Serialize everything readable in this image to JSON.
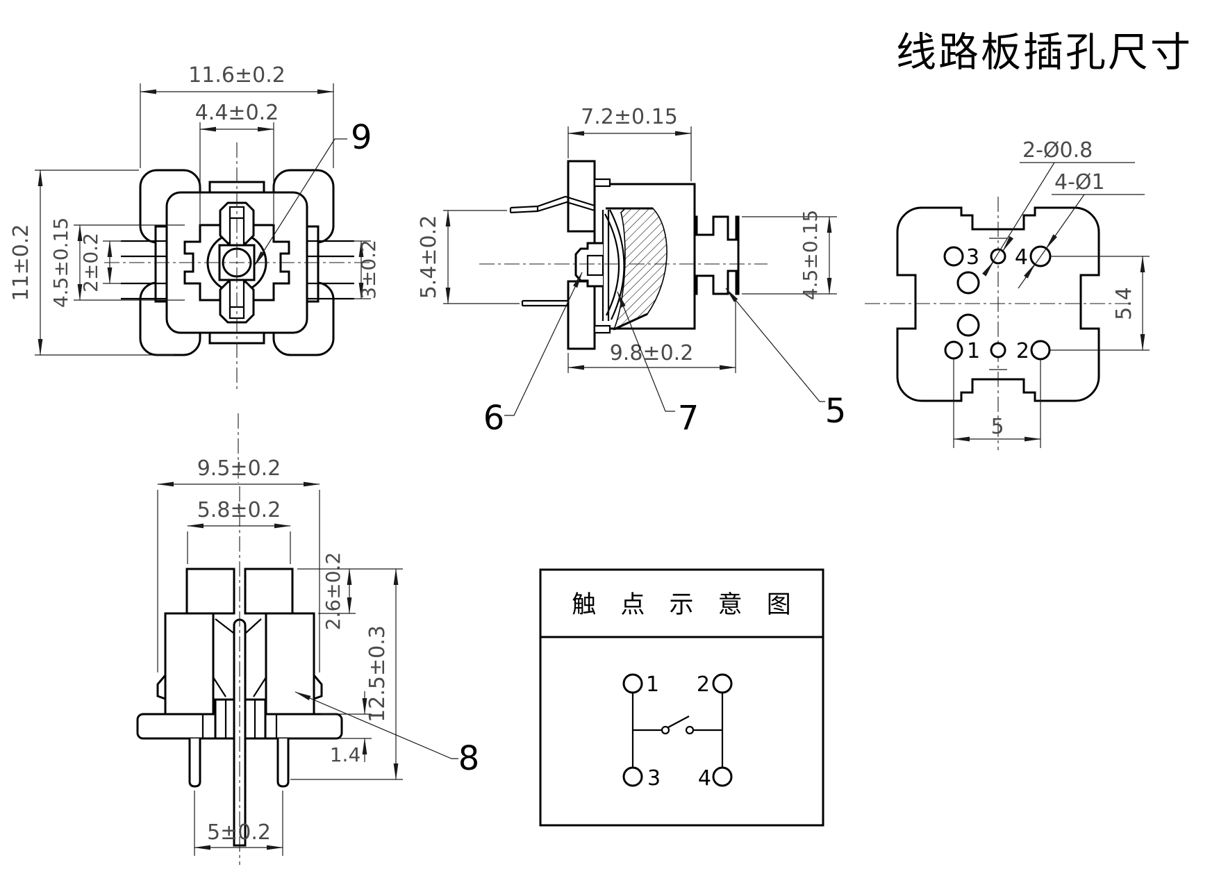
{
  "drawing_title": "线路板插孔尺寸",
  "top_view": {
    "dim_width_outer": "11.6±0.2",
    "dim_width_stem": "4.4±0.2",
    "dim_height_outer": "11±0.2",
    "dim_height_block": "4.5±0.15",
    "dim_pin_offset": "2±0.2",
    "dim_pin_spacing_right": "3±0.2",
    "callout_stem": "9"
  },
  "side_view": {
    "dim_width_top": "7.2±0.15",
    "dim_pin_spacing": "5.4±0.2",
    "dim_width_overall": "9.8±0.2",
    "dim_stem_height": "4.5±0.15",
    "callout_housing": "5",
    "callout_contact": "6",
    "callout_dome": "7"
  },
  "pcb_view": {
    "note_small_holes": "2-Ø0.8",
    "note_large_holes": "4-Ø1",
    "dim_row_spacing": "5.4",
    "dim_col_spacing": "5",
    "hole_labels": [
      "1",
      "2",
      "3",
      "4"
    ]
  },
  "front_view": {
    "dim_width_hooks": "9.5±0.2",
    "dim_width_prongs": "5.8±0.2",
    "dim_prong_height": "2.6±0.2",
    "dim_height_overall": "12.5±0.3",
    "dim_base_thickness": "1.4",
    "dim_pin_spacing": "5±0.2",
    "callout_body": "8"
  },
  "contact_diagram": {
    "title": "触 点 示 意 图",
    "terminal_labels": [
      "1",
      "2",
      "3",
      "4"
    ]
  }
}
